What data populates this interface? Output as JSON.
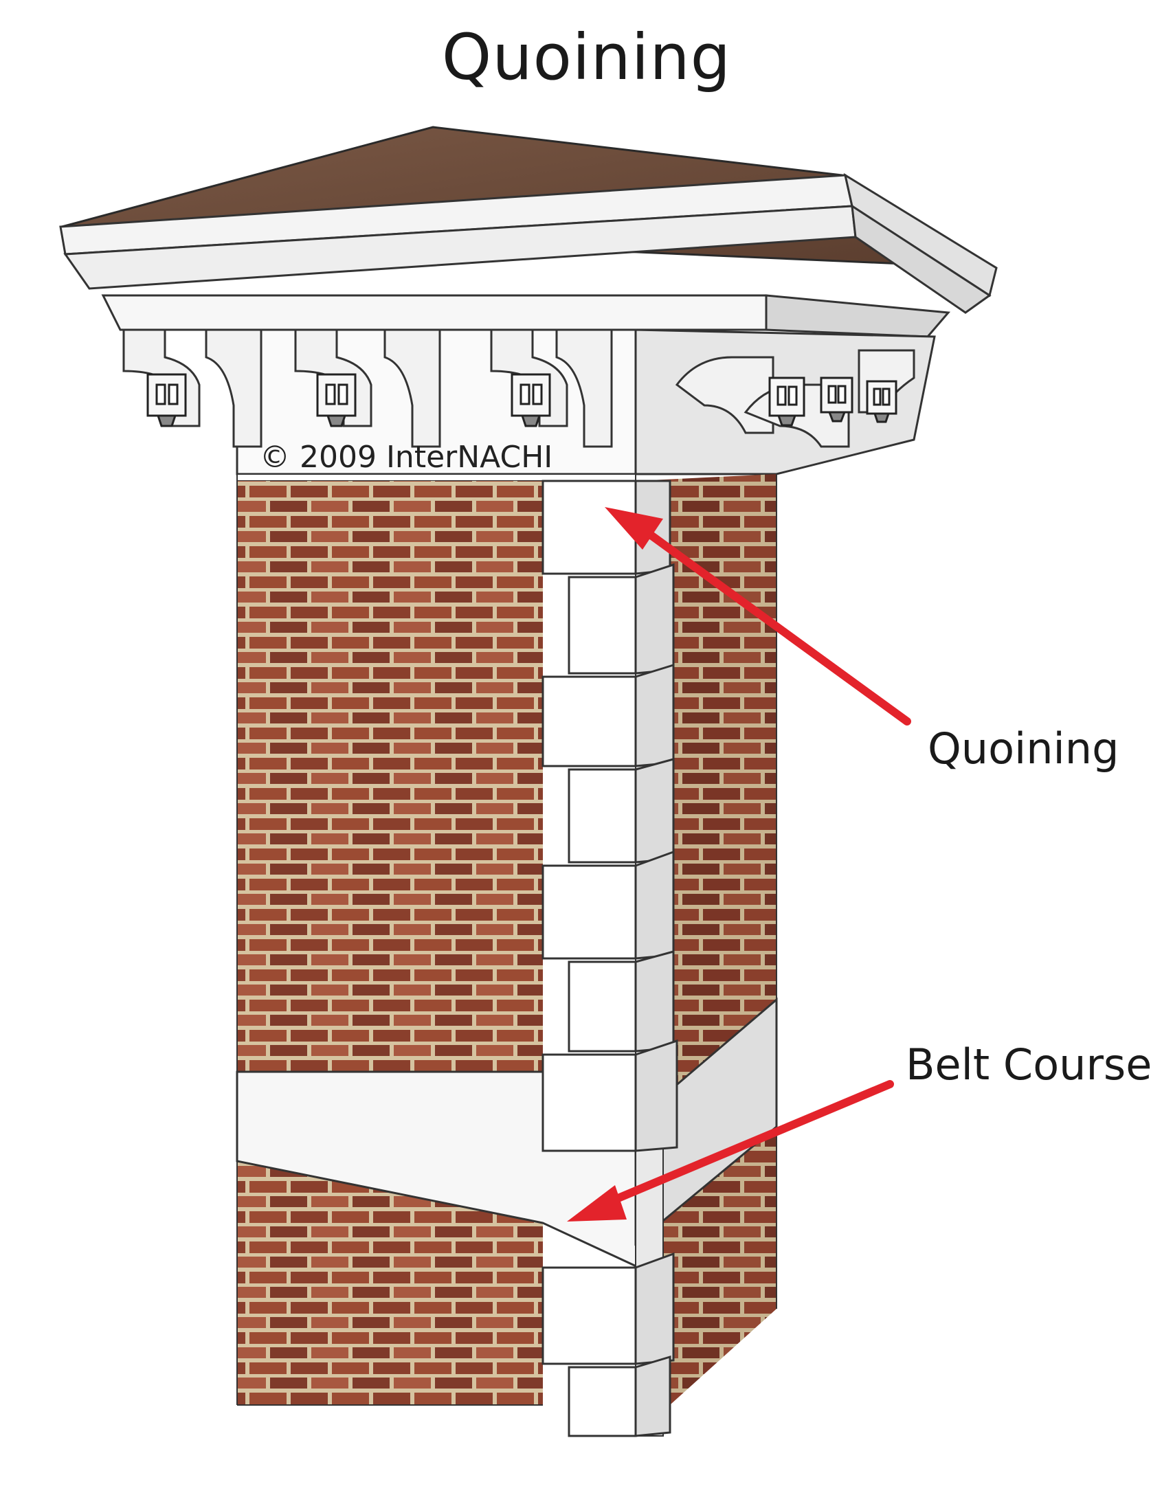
{
  "title": "Quoining",
  "copyright": "© 2009 InterNACHI",
  "labels": {
    "quoining": "Quoining",
    "belt_course": "Belt Course"
  },
  "colors": {
    "brick": "#9a4a32",
    "mortar": "#d9c9a8",
    "stone": "#f7f7f7",
    "stone_shade": "#dcdcdc",
    "roof": "#6e4d3b",
    "arrow": "#e3232b"
  }
}
